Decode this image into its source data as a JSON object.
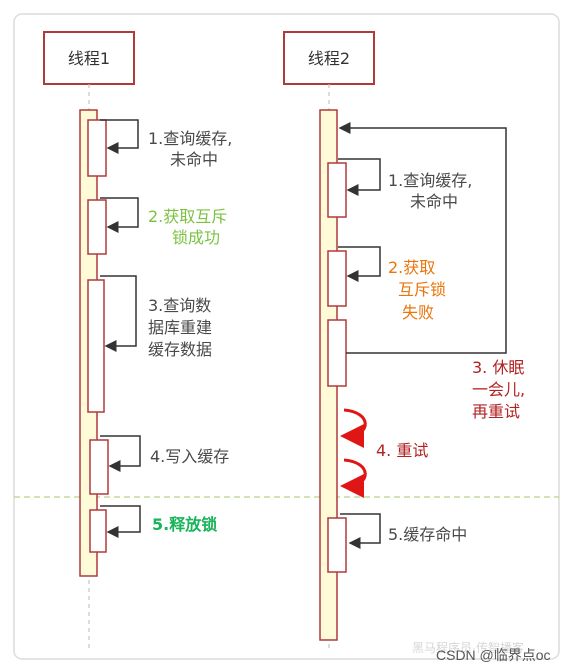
{
  "threads": [
    {
      "title": "线程1"
    },
    {
      "title": "线程2"
    }
  ],
  "thread1_steps": [
    {
      "lines": [
        "1.查询缓存,",
        "未命中"
      ],
      "color": "#4a4a4a"
    },
    {
      "lines": [
        "2.获取互斥",
        "锁成功"
      ],
      "color": "#7cc242"
    },
    {
      "lines": [
        "3.查询数",
        "据库重建",
        "缓存数据"
      ],
      "color": "#4a4a4a"
    },
    {
      "lines": [
        "4.写入缓存"
      ],
      "color": "#4a4a4a"
    },
    {
      "lines": [
        "5.释放锁"
      ],
      "color": "#19b35a"
    }
  ],
  "thread2_steps": [
    {
      "lines": [
        "1.查询缓存,",
        "未命中"
      ],
      "color": "#4a4a4a"
    },
    {
      "lines": [
        "2.获取",
        "互斥锁",
        "失败"
      ],
      "color": "#e8760c"
    },
    {
      "lines": [
        "3. 休眠",
        "一会儿,",
        "再重试"
      ],
      "color": "#b22222"
    },
    {
      "lines": [
        "4. 重试"
      ],
      "color": "#b22222"
    },
    {
      "lines": [
        "5.缓存命中"
      ],
      "color": "#4a4a4a"
    }
  ],
  "colors": {
    "box_border": "#b03a3a",
    "lifeline_fill": "#fffbd8",
    "lifeline_border": "#b03a3a",
    "arrow": "#333333",
    "retry_arrow": "#e01515",
    "divider": "#a6c86a"
  },
  "watermark": {
    "faded": "黑马程序员·传智播客",
    "credit": "CSDN @临界点oc"
  }
}
